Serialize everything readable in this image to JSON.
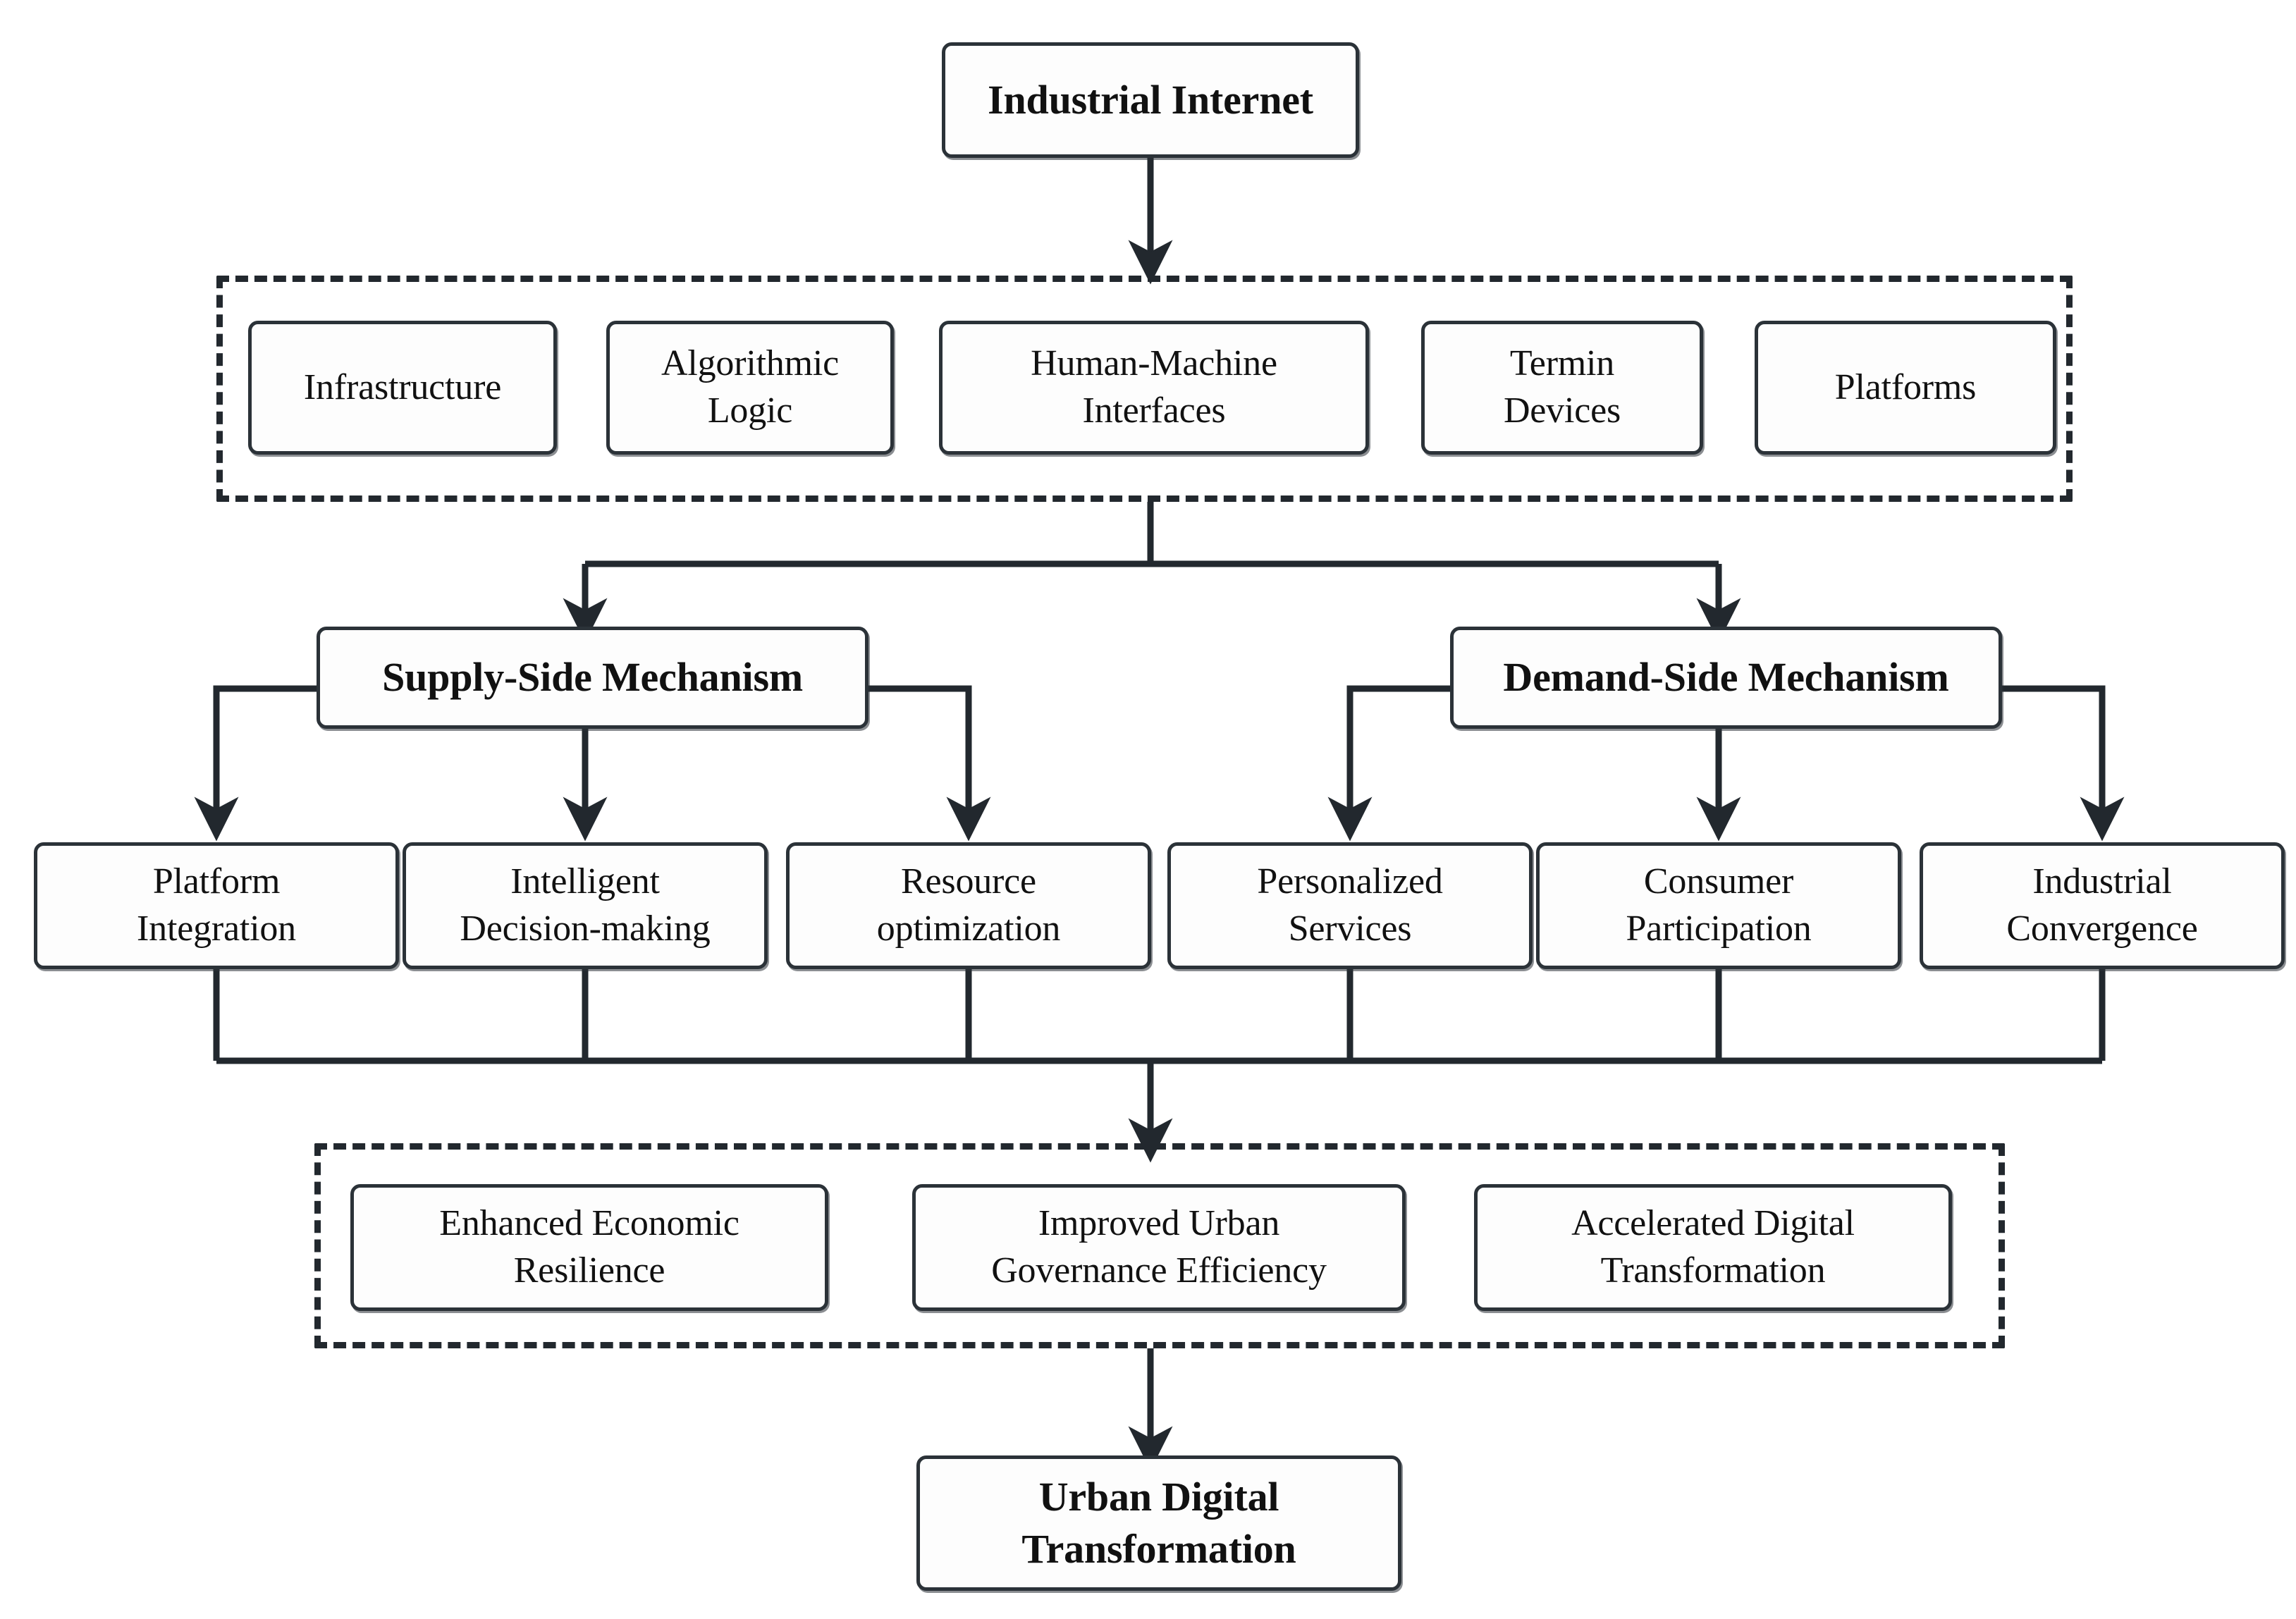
{
  "diagram": {
    "title_node": {
      "label": "Industrial Internet"
    },
    "components_group": {
      "name": "industrial-internet-components",
      "items": [
        {
          "label": "Infrastructure"
        },
        {
          "label": "Algorithmic\nLogic"
        },
        {
          "label": "Human-Machine\nInterfaces"
        },
        {
          "label": "Termin\nDevices"
        },
        {
          "label": "Platforms"
        }
      ]
    },
    "mechanisms": [
      {
        "label": "Supply-Side Mechanism"
      },
      {
        "label": "Demand-Side Mechanism"
      }
    ],
    "pathways": [
      {
        "label": "Platform\nIntegration"
      },
      {
        "label": "Intelligent\nDecision-making"
      },
      {
        "label": "Resource\noptimization"
      },
      {
        "label": "Personalized\nServices"
      },
      {
        "label": "Consumer\nParticipation"
      },
      {
        "label": "Industrial\nConvergence"
      }
    ],
    "outcomes_group": {
      "name": "urban-outcomes",
      "items": [
        {
          "label": "Enhanced Economic\nResilience"
        },
        {
          "label": "Improved Urban\nGovernance Efficiency"
        },
        {
          "label": "Accelerated Digital\nTransformation"
        }
      ]
    },
    "result_node": {
      "label": "Urban Digital\nTransformation"
    },
    "colors": {
      "stroke": "#2b3238",
      "dashed_stroke": "#22282e",
      "text": "#111111",
      "fill": "#fdfdfd",
      "background": "#ffffff"
    }
  }
}
